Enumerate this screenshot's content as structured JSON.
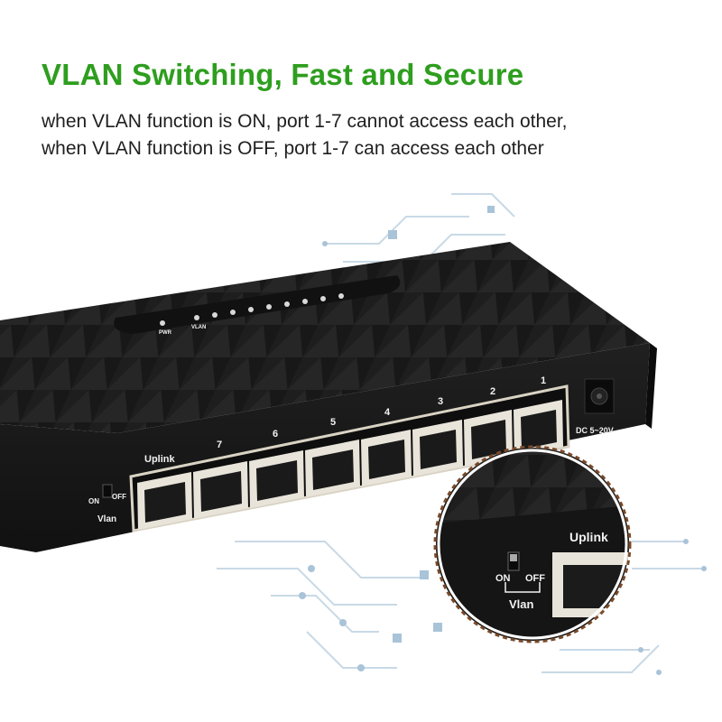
{
  "headline": "VLAN Switching, Fast and Secure",
  "description": {
    "line1": "when VLAN function is ON, port 1-7 cannot access each other,",
    "line2": "when VLAN function is OFF, port 1-7 can access each other"
  },
  "device": {
    "uplink_label": "Uplink",
    "port_labels": [
      "7",
      "6",
      "5",
      "4",
      "3",
      "2",
      "1"
    ],
    "switch_on": "ON",
    "switch_off": "OFF",
    "vlan_label": "Vlan",
    "dc_label": "DC 5~20V",
    "led_pwr": "PWR",
    "led_vlan": "VLAN"
  },
  "zoom": {
    "uplink_label": "Uplink",
    "switch_on": "ON",
    "switch_off": "OFF",
    "vlan_label": "Vlan"
  },
  "colors": {
    "headline": "#2e9e1e",
    "device_body": "#1c1c1c",
    "circuit": "#b9cfe0",
    "zoom_border": "#7a4a2a"
  }
}
